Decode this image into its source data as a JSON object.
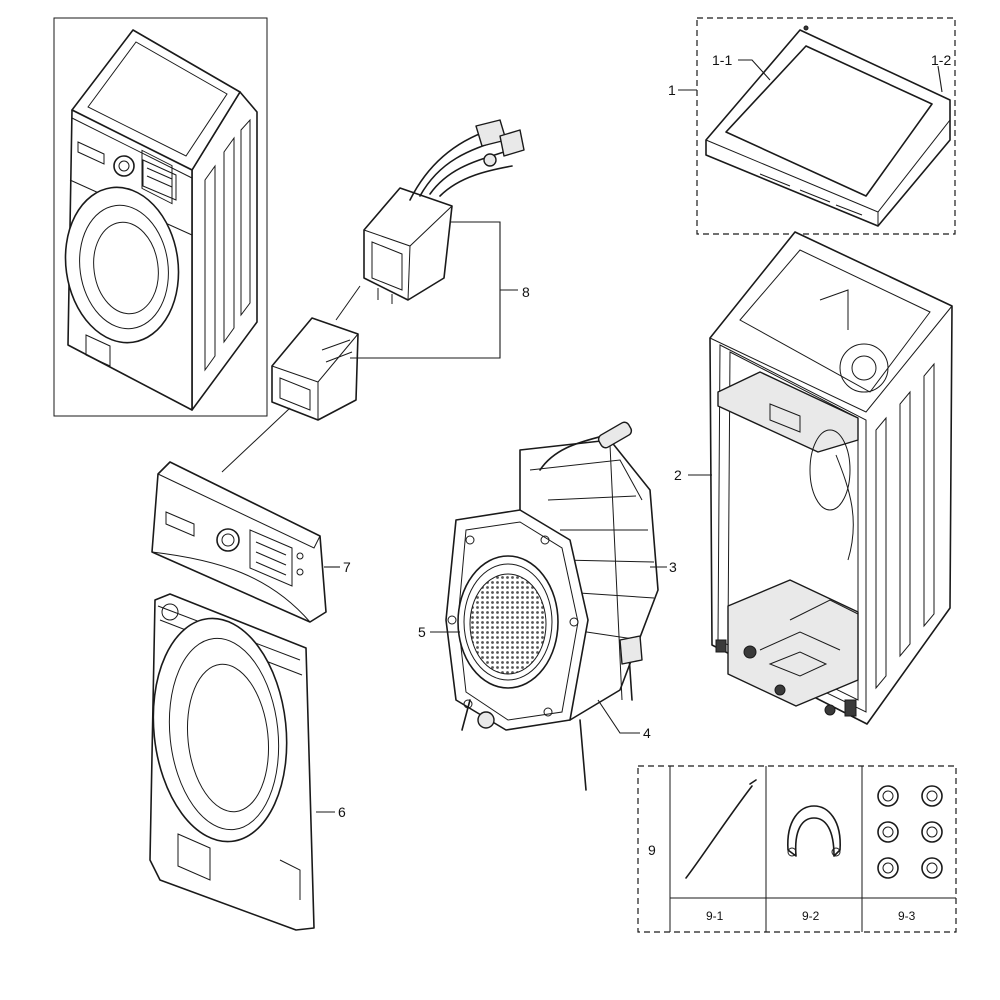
{
  "callouts": {
    "c1": "1",
    "c1_1": "1-1",
    "c1_2": "1-2",
    "c2": "2",
    "c3": "3",
    "c4": "4",
    "c5": "5",
    "c6": "6",
    "c7": "7",
    "c8": "8",
    "c9": "9",
    "c9_1": "9-1",
    "c9_2": "9-2",
    "c9_3": "9-3"
  }
}
